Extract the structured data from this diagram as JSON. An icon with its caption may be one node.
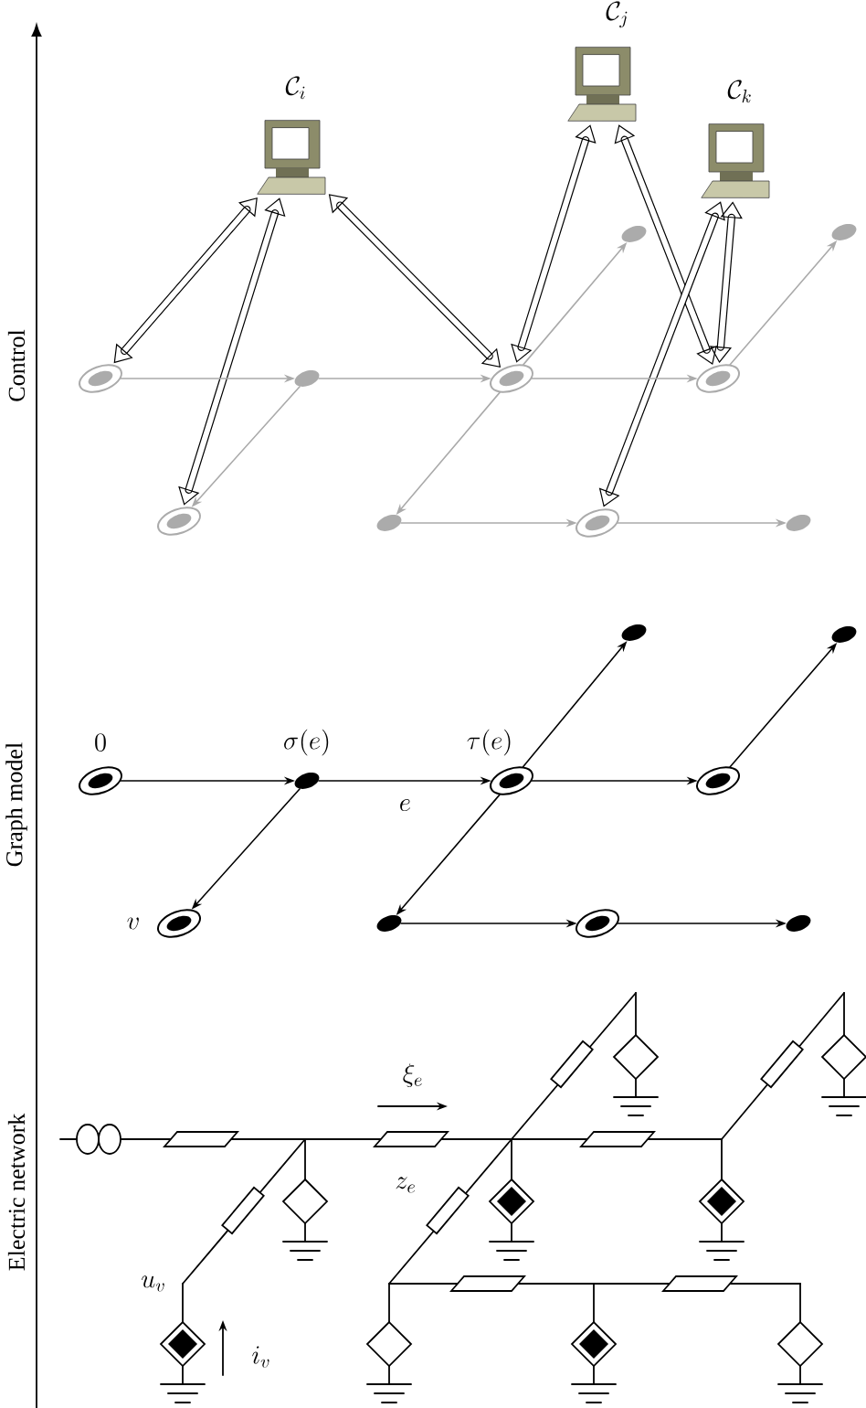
{
  "diagram": {
    "nodes": [
      {
        "text": [],
        "beside": [
          "\\mathcal{C}_i"
        ],
        "shape": "computer"
      },
      {
        "text": [],
        "beside": [
          "\\mathcal{C}_j"
        ],
        "shape": "computer"
      },
      {
        "text": [],
        "beside": [
          "\\mathcal{C}_k"
        ],
        "shape": "computer"
      },
      {
        "text": [],
        "shape": "ring"
      },
      {
        "text": [],
        "shape": "dot"
      },
      {
        "text": [],
        "shape": "ring"
      },
      {
        "text": [],
        "shape": "ring"
      },
      {
        "text": [],
        "shape": "dot"
      },
      {
        "text": [],
        "shape": "dot"
      },
      {
        "text": [],
        "shape": "ring"
      },
      {
        "text": [],
        "shape": "dot"
      },
      {
        "text": [],
        "shape": "ring"
      },
      {
        "text": [],
        "shape": "dot"
      },
      {
        "text": [],
        "beside": [
          "0"
        ],
        "shape": "ring"
      },
      {
        "text": [],
        "beside": [
          "\\sigma(e)"
        ],
        "shape": "dot"
      },
      {
        "text": [],
        "beside": [
          "\\tau(e)"
        ],
        "shape": "ring"
      },
      {
        "text": [],
        "shape": "ring"
      },
      {
        "text": [],
        "shape": "dot"
      },
      {
        "text": [],
        "shape": "dot"
      },
      {
        "text": [],
        "beside": [
          "v"
        ],
        "shape": "ring"
      },
      {
        "text": [],
        "shape": "dot"
      },
      {
        "text": [],
        "shape": "ring"
      },
      {
        "text": [],
        "shape": "dot"
      }
    ],
    "edges": [
      {
        "from": 0,
        "to": 3,
        "arrow": "both",
        "style": "thick"
      },
      {
        "from": 0,
        "to": 9,
        "arrow": "both",
        "style": "thick"
      },
      {
        "from": 0,
        "to": 5,
        "arrow": "both",
        "style": "thick"
      },
      {
        "from": 1,
        "to": 5,
        "arrow": "both",
        "style": "thick"
      },
      {
        "from": 1,
        "to": 6,
        "arrow": "both",
        "style": "thick"
      },
      {
        "from": 2,
        "to": 11,
        "arrow": "both",
        "style": "thick"
      },
      {
        "from": 2,
        "to": 6,
        "arrow": "both",
        "style": "thick"
      },
      {
        "from": 3,
        "to": 4,
        "arrow": "to",
        "color": "#aaaaaa"
      },
      {
        "from": 4,
        "to": 5,
        "arrow": "to",
        "color": "#aaaaaa"
      },
      {
        "from": 5,
        "to": 6,
        "arrow": "to",
        "color": "#aaaaaa"
      },
      {
        "from": 4,
        "to": 9,
        "arrow": "to",
        "color": "#aaaaaa"
      },
      {
        "from": 5,
        "to": 7,
        "arrow": "to",
        "color": "#aaaaaa"
      },
      {
        "from": 5,
        "to": 10,
        "arrow": "to",
        "color": "#aaaaaa"
      },
      {
        "from": 6,
        "to": 8,
        "arrow": "to",
        "color": "#aaaaaa"
      },
      {
        "from": 10,
        "to": 11,
        "arrow": "to",
        "color": "#aaaaaa"
      },
      {
        "from": 11,
        "to": 12,
        "arrow": "to",
        "color": "#aaaaaa"
      },
      {
        "from": 13,
        "to": 14,
        "arrow": "to"
      },
      {
        "from": 14,
        "to": 15,
        "arrow": "to",
        "label": "e"
      },
      {
        "from": 15,
        "to": 16,
        "arrow": "to"
      },
      {
        "from": 14,
        "to": 19,
        "arrow": "to"
      },
      {
        "from": 15,
        "to": 17,
        "arrow": "to"
      },
      {
        "from": 15,
        "to": 20,
        "arrow": "to"
      },
      {
        "from": 16,
        "to": 18,
        "arrow": "to"
      },
      {
        "from": 20,
        "to": 21,
        "arrow": "to"
      },
      {
        "from": 21,
        "to": 22,
        "arrow": "to"
      }
    ],
    "labels": [
      "Control",
      "Graph model",
      "Electric network",
      "\\xi_e",
      "z_e",
      "u_v",
      "i_v"
    ]
  }
}
